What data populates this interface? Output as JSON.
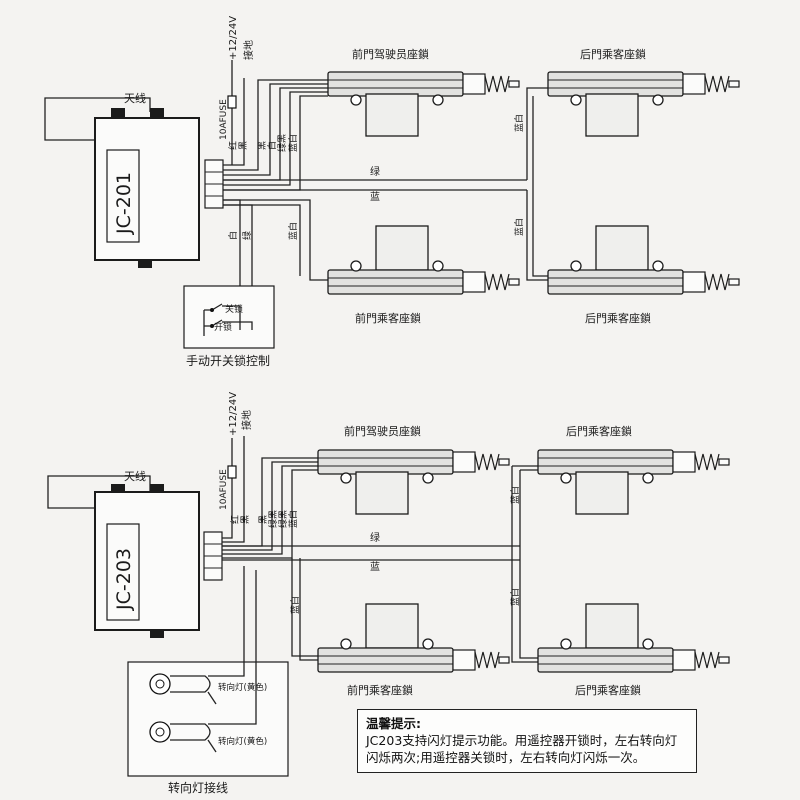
{
  "diagram1": {
    "controller_model": "JC-201",
    "antenna_label": "天线",
    "power_label": "+12/24V",
    "ground_label": "接地",
    "fuse_label": "10AFUSE",
    "wire_red": "红",
    "wire_black": "黑",
    "wire_green": "绿",
    "wire_blue": "蓝",
    "wire_white": "白",
    "wire_green_black": "绿黑",
    "wire_blue_white": "蓝白",
    "door_front_driver": "前門驾驶员座鎖",
    "door_rear_passenger_top": "后門乘客座鎖",
    "door_front_passenger": "前門乘客座鎖",
    "door_rear_passenger_bottom": "后門乘客座鎖",
    "switch_lock": "关锁",
    "switch_unlock": "开锁",
    "switch_caption": "手动开关锁控制"
  },
  "diagram2": {
    "controller_model": "JC-203",
    "antenna_label": "天线",
    "power_label": "+12/24V",
    "ground_label": "接地",
    "fuse_label": "10AFUSE",
    "wire_red": "红",
    "wire_black": "黑",
    "wire_green": "绿",
    "wire_blue": "蓝",
    "wire_green_black": "绿黑",
    "wire_blue_white": "蓝白",
    "door_front_driver": "前門驾驶员座鎖",
    "door_rear_passenger_top": "后門乘客座鎖",
    "door_front_passenger": "前門乘客座鎖",
    "door_rear_passenger_bottom": "后門乘客座鎖",
    "turn_light_1": "转向灯(黄色)",
    "turn_light_2": "转向灯(黄色)",
    "turn_light_caption": "转向灯接线"
  },
  "note": {
    "title": "温馨提示:",
    "line1": "JC203支持闪灯提示功能。用遥控器开锁时，左右转向灯",
    "line2": "闪烁两次;用遥控器关锁时，左右转向灯闪烁一次。"
  }
}
